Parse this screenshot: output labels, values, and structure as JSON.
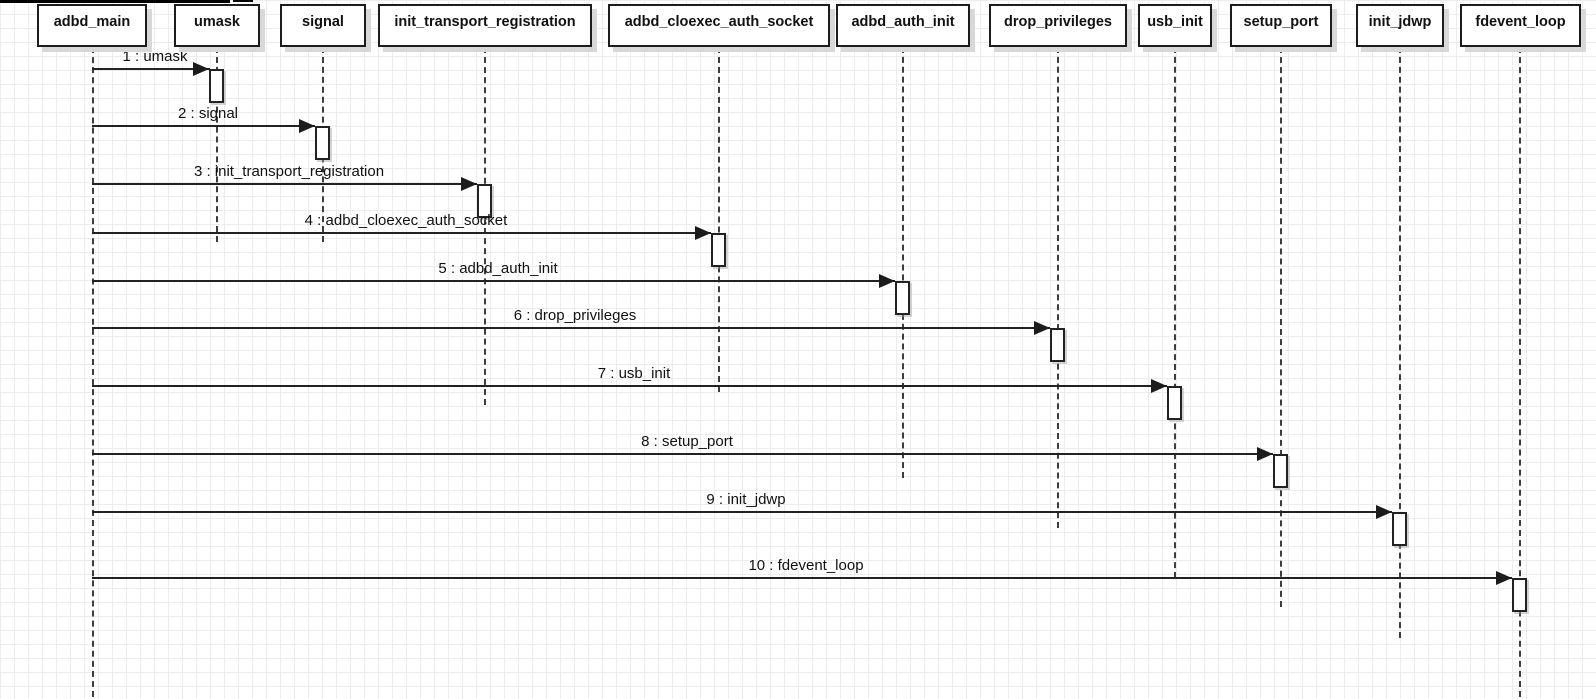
{
  "diagram": {
    "type": "uml-sequence-diagram",
    "actors": [
      {
        "label": "adbd_main"
      },
      {
        "label": "umask"
      },
      {
        "label": "signal"
      },
      {
        "label": "init_transport_registration"
      },
      {
        "label": "adbd_cloexec_auth_socket"
      },
      {
        "label": "adbd_auth_init"
      },
      {
        "label": "drop_privileges"
      },
      {
        "label": "usb_init"
      },
      {
        "label": "setup_port"
      },
      {
        "label": "init_jdwp"
      },
      {
        "label": "fdevent_loop"
      }
    ],
    "messages": [
      {
        "seq": 1,
        "text": "1 : umask",
        "from": "adbd_main",
        "to": "umask"
      },
      {
        "seq": 2,
        "text": "2 : signal",
        "from": "adbd_main",
        "to": "signal"
      },
      {
        "seq": 3,
        "text": "3 : init_transport_registration",
        "from": "adbd_main",
        "to": "init_transport_registration"
      },
      {
        "seq": 4,
        "text": "4 : adbd_cloexec_auth_socket",
        "from": "adbd_main",
        "to": "adbd_cloexec_auth_socket"
      },
      {
        "seq": 5,
        "text": "5 : adbd_auth_init",
        "from": "adbd_main",
        "to": "adbd_auth_init"
      },
      {
        "seq": 6,
        "text": "6 : drop_privileges",
        "from": "adbd_main",
        "to": "drop_privileges"
      },
      {
        "seq": 7,
        "text": "7 : usb_init",
        "from": "adbd_main",
        "to": "usb_init"
      },
      {
        "seq": 8,
        "text": "8 : setup_port",
        "from": "adbd_main",
        "to": "setup_port"
      },
      {
        "seq": 9,
        "text": "9 : init_jdwp",
        "from": "adbd_main",
        "to": "init_jdwp"
      },
      {
        "seq": 10,
        "text": "10 : fdevent_loop",
        "from": "adbd_main",
        "to": "fdevent_loop"
      }
    ],
    "colors": {
      "background": "#ffffff",
      "grid_line": "#ececec",
      "shape_border": "#1c1c1c",
      "shape_fill": "#ffffff",
      "shadow": "#d8d8d8",
      "text": "#111111"
    }
  }
}
